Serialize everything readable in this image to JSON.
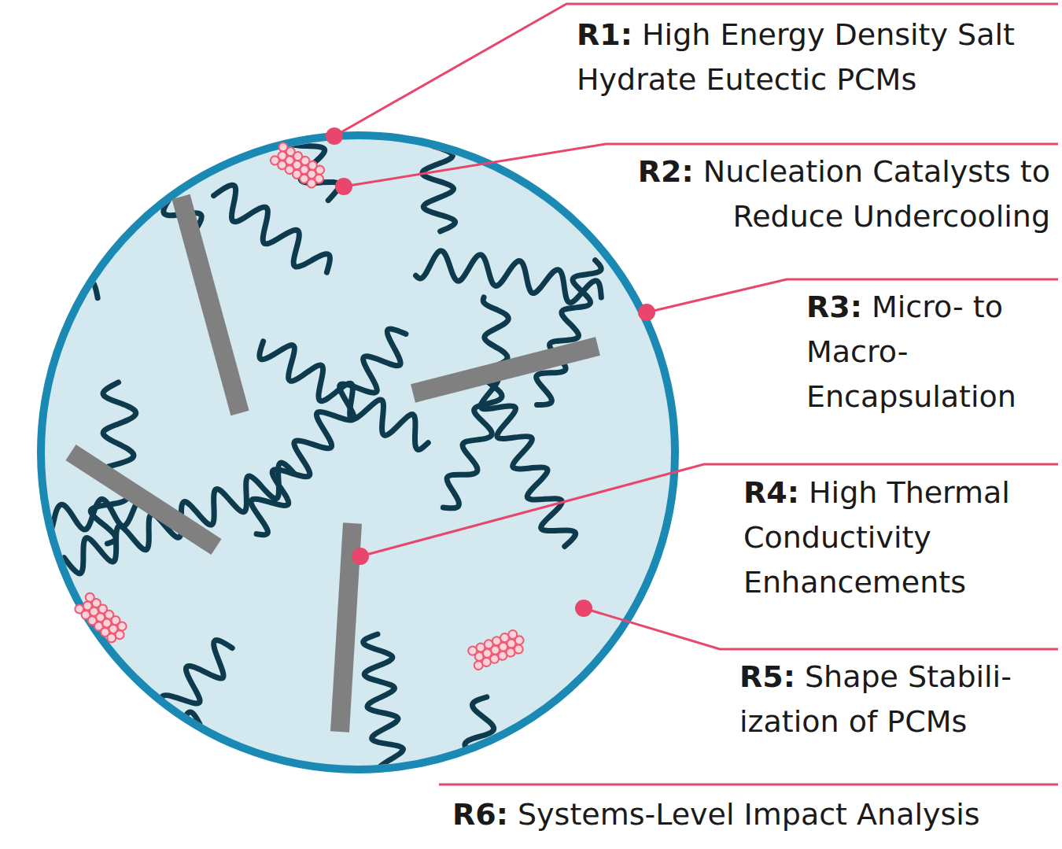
{
  "diagram": {
    "labels": [
      "R1:",
      "High Energy Density Salt Hydrate Eutectic PCMs",
      "R2:",
      "Nucleation Catalysts to Reduce Undercooling",
      "R3:",
      "Micro- to Macro- Encapsulation",
      "R4:",
      "High Thermal Conductivity Enhancements",
      "R5:",
      "Shape Stabili- ization of PCMs",
      "R6:",
      "Systems-Level Impact Analysis"
    ]
  }
}
